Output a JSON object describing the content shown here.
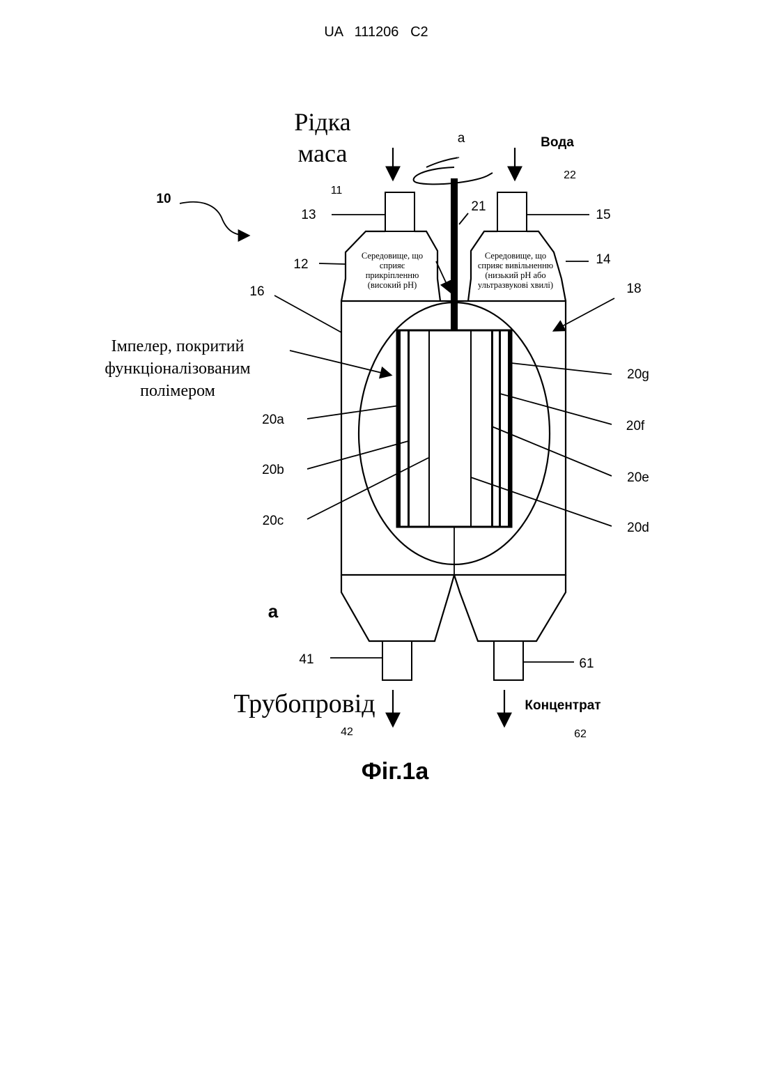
{
  "header": {
    "doc_id": "UA   111206   C2"
  },
  "labels": {
    "inlet_left_line1": "Рідка",
    "inlet_left_line2": "маса",
    "inlet_right": "Вода",
    "rotation": "a",
    "side_a": "a",
    "impeller_line1": "Імпелер, покритий",
    "impeller_line2": "функціоналізованим",
    "impeller_line3": "полімером",
    "medium_left": [
      "Середовище, що",
      "сприяє",
      "прикріпленню",
      "(високий pH)"
    ],
    "medium_right": [
      "Середовище, що",
      "сприяє вивільненню",
      "(низький pH або",
      "ультразвукові хвилі)"
    ],
    "outlet_left": "Трубопровід",
    "outlet_right": "Концентрат",
    "caption": "Фіг.1a"
  },
  "refs": {
    "r10": "10",
    "r11": "11",
    "r12": "12",
    "r13": "13",
    "r14": "14",
    "r15": "15",
    "r16": "16",
    "r18": "18",
    "r21": "21",
    "r22": "22",
    "r20a": "20a",
    "r20b": "20b",
    "r20c": "20c",
    "r20d": "20d",
    "r20e": "20e",
    "r20f": "20f",
    "r20g": "20g",
    "r41": "41",
    "r42": "42",
    "r61": "61",
    "r62": "62"
  }
}
